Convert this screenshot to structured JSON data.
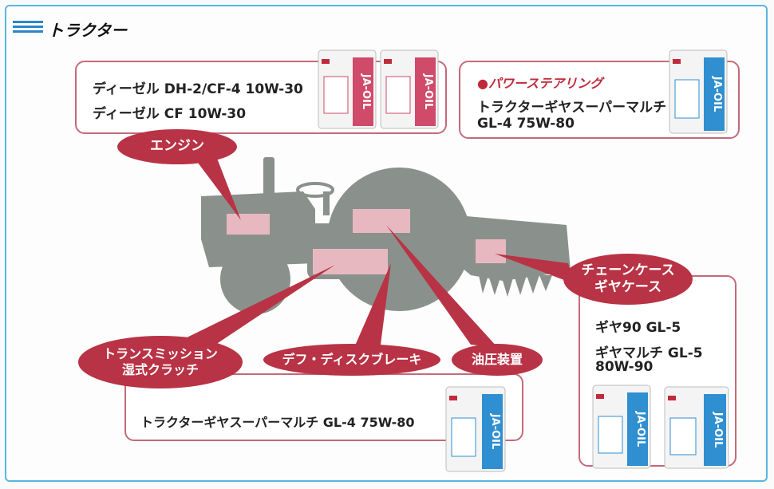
{
  "header": {
    "title": "トラクター"
  },
  "engine_box": {
    "line1": "ディーゼル DH-2/CF-4 10W-30",
    "line2": "ディーゼル CF 10W-30"
  },
  "power_steering_box": {
    "heading": "●パワーステアリング",
    "line1": "トラクターギヤスーパーマルチ",
    "line2": "GL-4 75W-80"
  },
  "chain_case_box": {
    "line1": "ギヤ90 GL-5",
    "line2": "ギヤマルチ GL-5",
    "line3": "80W-90"
  },
  "transmission_box": {
    "line1": "トラクターギヤスーパーマルチ GL-4 75W-80"
  },
  "callouts": {
    "engine": "エンジン",
    "chain_case_1": "チェーンケース",
    "chain_case_2": "ギヤケース",
    "transmission_1": "トランスミッション",
    "transmission_2": "湿式クラッチ",
    "diff_brake": "デフ・ディスクブレーキ",
    "hydraulic": "油圧装置"
  },
  "can_brand": "JA-OIL",
  "colors": {
    "frame": "#58b6e0",
    "accent": "#b83345",
    "box_border": "#c46a78",
    "tractor": "#8a918c",
    "highlight": "#e8b8c0",
    "can_pink": "#d04a6a",
    "can_blue": "#2f8fd0"
  }
}
